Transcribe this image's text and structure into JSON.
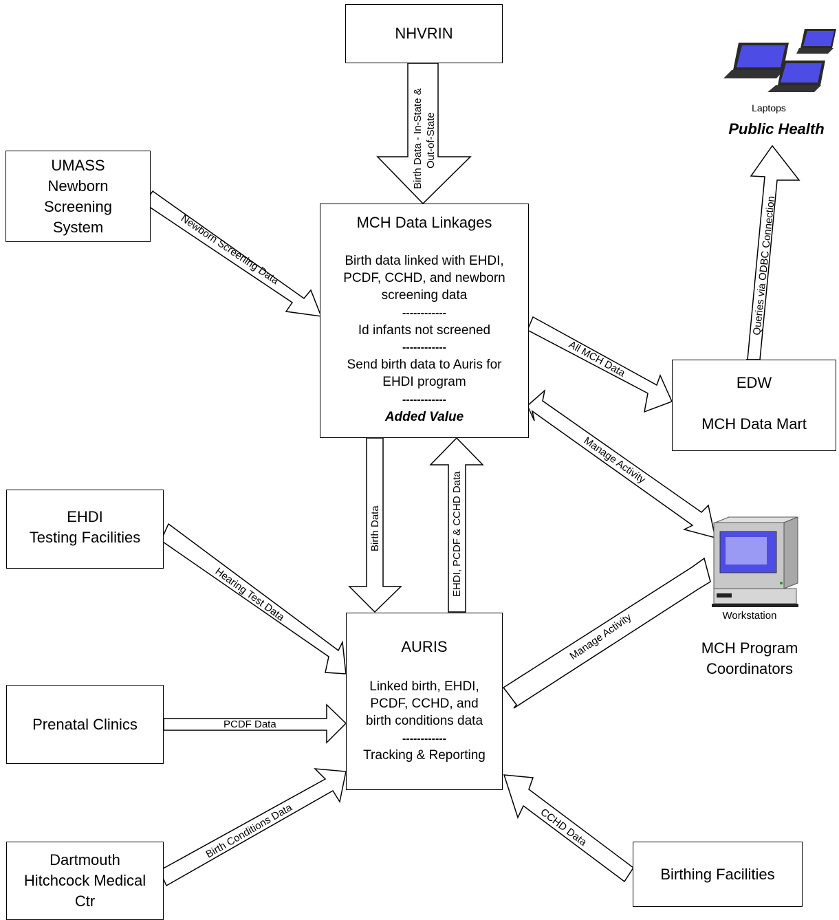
{
  "nodes": {
    "nhvrin": {
      "lines": [
        "NHVRIN"
      ]
    },
    "umass": {
      "lines": [
        "UMASS",
        "Newborn",
        "Screening",
        "System"
      ]
    },
    "mch": {
      "title": "MCH Data Linkages",
      "items": [
        "Birth data linked with EHDI, PCDF, CCHD, and newborn screening data",
        "Id infants not screened",
        "Send birth data to Auris for EHDI program"
      ],
      "separator": "------------",
      "footer": "Added Value"
    },
    "edw": {
      "title": "EDW",
      "subtitle": "MCH Data Mart"
    },
    "ehdi": {
      "lines": [
        "EHDI",
        "Testing Facilities"
      ]
    },
    "auris": {
      "title": "AURIS",
      "items": [
        "Linked birth, EHDI, PCDF, CCHD, and birth conditions data",
        "Tracking & Reporting"
      ],
      "separator": "------------"
    },
    "prenatal": {
      "lines": [
        "Prenatal Clinics"
      ]
    },
    "dartmouth": {
      "lines": [
        "Dartmouth",
        "Hitchcock Medical",
        "Ctr"
      ]
    },
    "birthing": {
      "lines": [
        "Birthing Facilities"
      ]
    }
  },
  "icons": {
    "laptops": {
      "name": "laptop-icon",
      "caption": "Laptops",
      "label": "Public Health"
    },
    "workstation": {
      "name": "workstation-icon",
      "caption": "Workstation",
      "label_lines": [
        "MCH Program",
        "Coordinators"
      ]
    }
  },
  "flows": {
    "nhvrin_to_mch": [
      "Birth Data - In-State &",
      "Out-of-State"
    ],
    "umass_to_mch": "Newborn Screening Data",
    "mch_to_edw": "All MCH Data",
    "edw_to_public_health": "Queries via ODBC Connection",
    "workstation_mch": "Manage Activity",
    "mch_to_auris": "Birth Data",
    "auris_to_mch": "EHDI, PCDF & CCHD Data",
    "ehdi_to_auris": "Hearing Test Data",
    "workstation_auris": "Manage Activity",
    "prenatal_to_auris": "PCDF Data",
    "dartmouth_to_auris": "Birth Conditions Data",
    "birthing_to_auris": "CCHD Data"
  },
  "colors": {
    "screen": "#4d4de6",
    "screen_light": "#9a9af5",
    "laptop_body": "#2a2a2a",
    "monitor": "#c8c8c8"
  }
}
